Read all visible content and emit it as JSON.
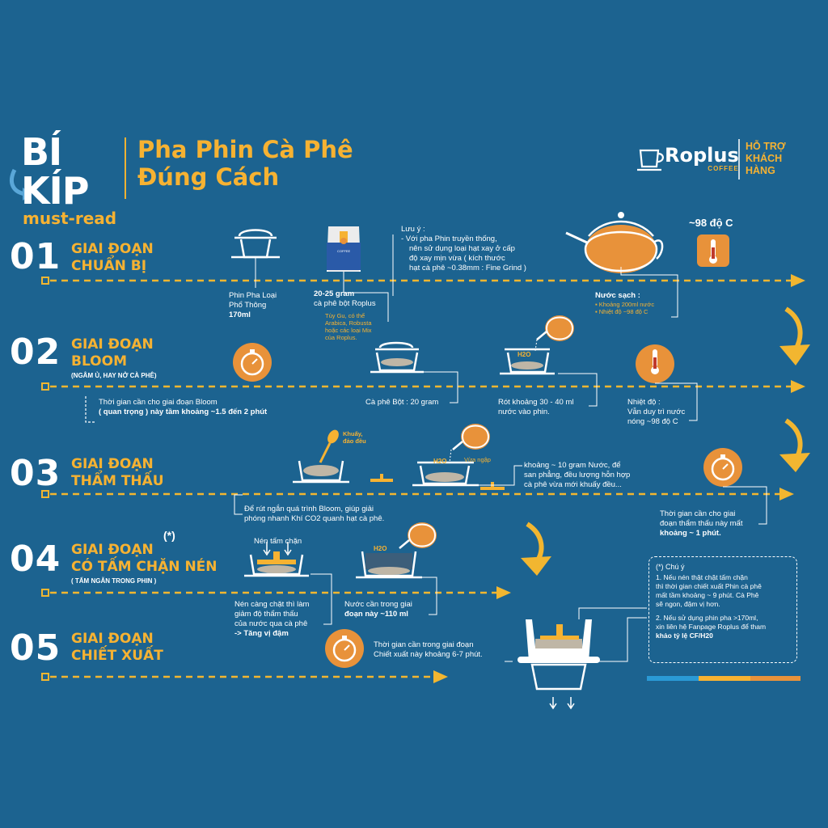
{
  "header": {
    "badge_top": "BÍ KÍP",
    "badge_bottom": "must-read",
    "title_line1": "Pha Phin Cà Phê",
    "title_line2": "Đúng Cách",
    "brand_name": "Roplus",
    "brand_sub": "COFFEE",
    "support_line1": "HỖ TRỢ",
    "support_line2": "KHÁCH",
    "support_line3": "HÀNG"
  },
  "steps": [
    {
      "num": "01",
      "line1": "GIAI ĐOẠN",
      "line2": "CHUẨN BỊ",
      "sub": ""
    },
    {
      "num": "02",
      "line1": "GIAI ĐOẠN",
      "line2": "BLOOM",
      "sub": "(NGÂM Ủ, HAY NỞ CÀ PHÊ)"
    },
    {
      "num": "03",
      "line1": "GIAI ĐOẠN",
      "line2": "THẨM THẤU",
      "sub": ""
    },
    {
      "num": "04",
      "line1": "GIAI ĐOẠN",
      "line2": "CÓ TẤM CHẶN NÉN",
      "sub": "( TẤM NGĂN  TRONG PHIN )",
      "mark": "(*)"
    },
    {
      "num": "05",
      "line1": "GIAI ĐOẠN",
      "line2": "CHIẾT XUẤT",
      "sub": ""
    }
  ],
  "step1": {
    "phin_label": [
      "Phin Pha Loại",
      "Phổ Thông",
      "170ml"
    ],
    "coffee_label": [
      "20-25 gram",
      "cà phê bột Roplus"
    ],
    "coffee_note": [
      "Tùy Gu, có thể",
      "Arabica, Robusta",
      "hoặc các loại Mix",
      "của Roplus."
    ],
    "bag_label": "COFFEE",
    "note_title": "Lưu ý :",
    "note_lines": [
      "- Với pha Phin truyền thống,",
      "nên sử dụng loại hạt xay ở cấp",
      "độ xay mịn vừa ( kích thước",
      "hạt cà phê ~0.38mm : Fine Grind )"
    ],
    "temp_label": "~98 độ C",
    "water_title": "Nước sạch :",
    "water_items": [
      "Khoảng 200ml nước",
      "Nhiệt độ ~98 độ C"
    ]
  },
  "step2": {
    "time_note": [
      "Thời gian cần cho giai đoạn Bloom",
      "( quan trọng ) này tầm khoảng ~1.5 đến 2 phút"
    ],
    "ground_label": "Cà phê Bột : 20 gram",
    "pour_label": [
      "Rót khoảng 30 - 40 ml",
      "nước vào phin."
    ],
    "h2o": "H2O",
    "temp_label": [
      "Nhiệt độ :",
      "Vẫn duy trì nước",
      "nóng ~98 độ C"
    ]
  },
  "step3": {
    "stir_label": [
      "Khuấy,",
      "đảo đều"
    ],
    "h2o": "H2O",
    "pour_tag": "Vừa ngập",
    "water_note": [
      "khoảng ~ 10 gram Nước, để",
      "san phẳng, đều lượng hỗn hợp",
      "cà phê vừa mới khuấy đều..."
    ],
    "bloom_note": [
      "Để rút ngắn quá trình Bloom, giúp giải",
      "phóng nhanh Khí CO2 quanh hạt cà phê."
    ],
    "time_note": [
      "Thời gian cần cho giai",
      "đoạn thẩm thấu này mất",
      "khoảng ~ 1 phút."
    ]
  },
  "step4": {
    "press_label": "Nén tấm chặn",
    "h2o": "H2O",
    "press_note": [
      "Nén càng chặt thì  làm",
      "giảm độ thẩm thấu",
      "của nước qua cà phê",
      "-> Tăng vị đậm"
    ],
    "water_note": [
      "Nước cần trong giai",
      "đoạn này  ~110 ml"
    ]
  },
  "step5": {
    "time_note": [
      "Thời gian cần trong giai đoạn",
      "Chiết xuất này khoảng 6-7 phút."
    ]
  },
  "notice": {
    "title": "(*) Chú ý",
    "p1": [
      "1. Nếu nén thật chặt tấm chặn",
      "thì thời gian chiết xuất Phin cà phê",
      "mất tầm khoảng ~ 9 phút. Cà Phê",
      "sẽ ngon, đậm vị hơn."
    ],
    "p2": [
      "2. Nếu sử dụng phin pha >170ml,",
      "xin liên hệ Fanpage Roplus để tham",
      "khảo tỷ lệ CF/H20"
    ]
  },
  "colors": {
    "background": "#1c6390",
    "accent": "#f6b232",
    "orange": "#e8923a",
    "arrow": "#f2b630"
  }
}
